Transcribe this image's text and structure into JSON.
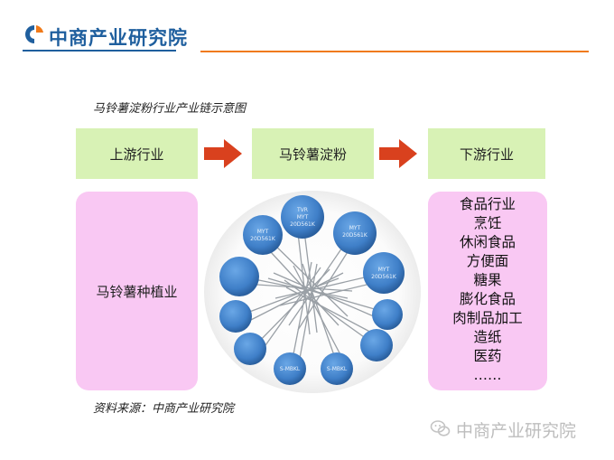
{
  "header": {
    "brand": "中商产业研究院"
  },
  "caption": "马铃薯淀粉行业产业链示意图",
  "stages": {
    "upstream": "上游行业",
    "midstream": "马铃薯淀粉",
    "downstream": "下游行业"
  },
  "upstream_detail": "马铃薯种植业",
  "downstream_items": [
    "食品行业",
    "烹饪",
    "休闲食品",
    "方便面",
    "糖果",
    "膨化食品",
    "肉制品加工",
    "造纸",
    "医药",
    "……"
  ],
  "source": "资料来源：中商产业研究院",
  "watermark": "中商产业研究院",
  "capacitor_labels": [
    "TVR",
    "MYT",
    "20D561K",
    "S-MBKL"
  ],
  "colors": {
    "brand_blue": "#1f5f9e",
    "accent_orange": "#f07a1a",
    "stage_green": "#d8f2b5",
    "box_pink": "#f9c8f3",
    "arrow_red": "#d9411e",
    "capacitor_blue": "#3f7fc8"
  }
}
